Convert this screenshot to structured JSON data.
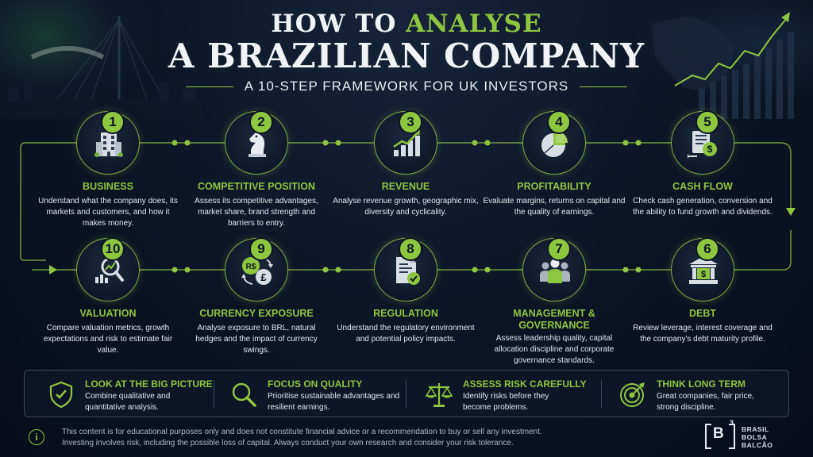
{
  "header": {
    "title_prefix": "HOW TO ",
    "title_accent": "ANALYSE",
    "title_line2": "A BRAZILIAN COMPANY",
    "subtitle": "A 10-STEP FRAMEWORK FOR UK INVESTORS"
  },
  "colors": {
    "accent": "#8dc63f",
    "background": "#0b1424",
    "text": "#e3e8ee"
  },
  "steps": [
    {
      "number": "1",
      "title": "BUSINESS",
      "icon": "building-icon",
      "description": "Understand what the company does, its markets and customers, and how it makes money."
    },
    {
      "number": "2",
      "title": "COMPETITIVE POSITION",
      "icon": "chess-knight-icon",
      "description": "Assess its competitive advantages, market share, brand strength and barriers to entry."
    },
    {
      "number": "3",
      "title": "REVENUE",
      "icon": "bar-chart-growth-icon",
      "description": "Analyse revenue growth, geographic mix, diversity and cyclicality."
    },
    {
      "number": "4",
      "title": "PROFITABILITY",
      "icon": "pie-chart-icon",
      "description": "Evaluate margins, returns on capital and the quality of earnings."
    },
    {
      "number": "5",
      "title": "CASH FLOW",
      "icon": "cash-document-icon",
      "description": "Check cash generation, conversion and the ability to fund growth and dividends."
    },
    {
      "number": "6",
      "title": "DEBT",
      "icon": "bank-icon",
      "description": "Review leverage, interest coverage and the company's debt maturity profile."
    },
    {
      "number": "7",
      "title": "MANAGEMENT & GOVERNANCE",
      "icon": "team-icon",
      "description": "Assess leadership quality, capital allocation discipline and corporate governance standards."
    },
    {
      "number": "8",
      "title": "REGULATION",
      "icon": "document-check-icon",
      "description": "Understand the regulatory environment and potential policy impacts."
    },
    {
      "number": "9",
      "title": "CURRENCY EXPOSURE",
      "icon": "currency-exchange-icon",
      "description": "Analyse exposure to BRL, natural hedges and the impact of currency swings."
    },
    {
      "number": "10",
      "title": "VALUATION",
      "icon": "magnifier-chart-icon",
      "description": "Compare valuation metrics, growth expectations and risk to estimate fair value."
    }
  ],
  "icon_text": {
    "real": "R$",
    "pound": "£",
    "dollar": "$"
  },
  "principles": [
    {
      "title": "LOOK AT THE BIG PICTURE",
      "icon": "shield-check-icon",
      "description": "Combine qualitative and quantitative analysis."
    },
    {
      "title": "FOCUS ON QUALITY",
      "icon": "search-icon",
      "description": "Prioritise sustainable advantages and resilient earnings."
    },
    {
      "title": "ASSESS RISK CAREFULLY",
      "icon": "scales-icon",
      "description": "Identify risks before they become problems."
    },
    {
      "title": "THINK LONG TERM",
      "icon": "target-icon",
      "description": "Great companies, fair price, strong discipline."
    }
  ],
  "footer": {
    "info_glyph": "i",
    "disclaimer_line1": "This content is for educational purposes only and does not constitute financial advice or a recommendation to buy or sell any investment.",
    "disclaimer_line2": "Investing involves risk, including the possible loss of capital. Always conduct your own research and consider your risk tolerance.",
    "logo_letter": "B",
    "logo_sup": "3",
    "logo_line1": "BRASIL",
    "logo_line2": "BOLSA",
    "logo_line3": "BALCÃO"
  }
}
